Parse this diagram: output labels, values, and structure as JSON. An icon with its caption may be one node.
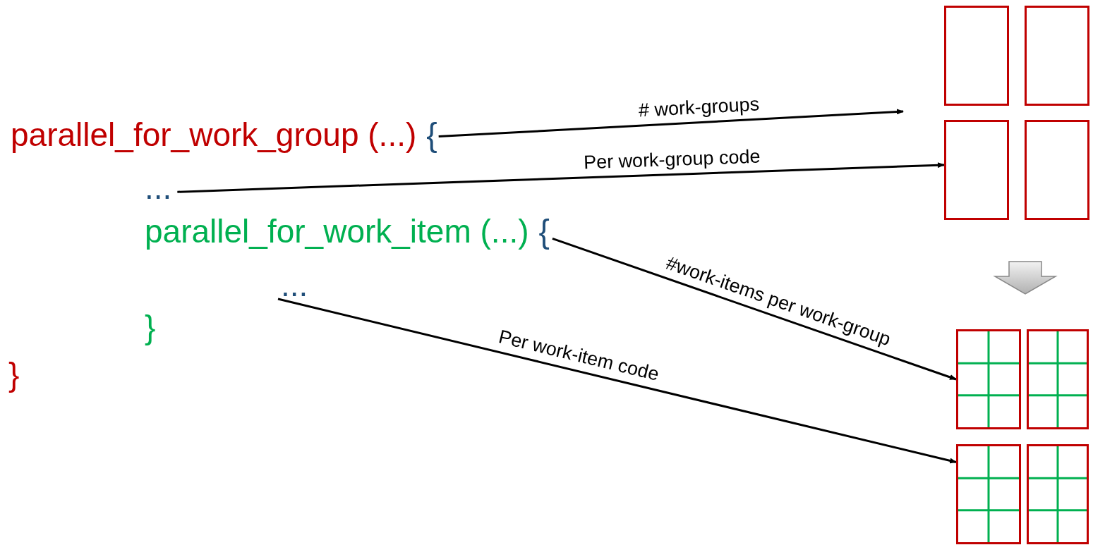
{
  "diagram": {
    "nodes": [
      {
        "text": [
          "parallel_for_work_group (...)"
        ]
      },
      {
        "text": [
          "..."
        ]
      },
      {
        "text": [
          "parallel_for_work_item (...)"
        ]
      },
      {
        "text": [
          "..."
        ]
      },
      {
        "text": [],
        "shape": "box"
      },
      {
        "text": [],
        "shape": "box"
      },
      {
        "text": [],
        "shape": "box"
      },
      {
        "text": [],
        "shape": "box"
      },
      {
        "text": [],
        "shape": "box"
      },
      {
        "text": [],
        "shape": "box"
      },
      {
        "text": [],
        "shape": "box"
      },
      {
        "text": [],
        "shape": "box"
      }
    ],
    "edges": [
      {
        "from": 0,
        "to": null,
        "arrow": "to",
        "label": "# work-groups"
      },
      {
        "from": 1,
        "to": 6,
        "arrow": "to",
        "label": "Per work-group code"
      },
      {
        "from": 2,
        "to": 8,
        "arrow": "to",
        "label": "#work-items per work-group"
      },
      {
        "from": 3,
        "to": 10,
        "arrow": "to",
        "label": "Per work-item code"
      }
    ],
    "labels": [
      "{",
      "{",
      "}",
      "}"
    ]
  }
}
